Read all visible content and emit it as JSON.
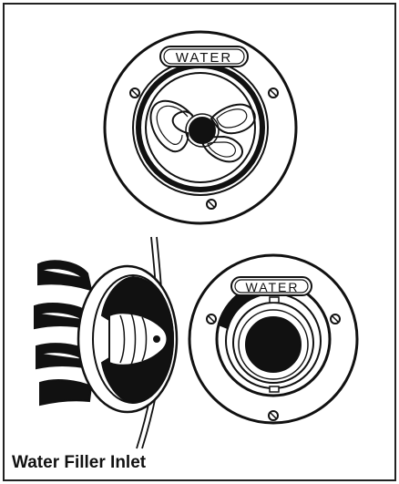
{
  "caption": "Water Filler Inlet",
  "top_illustration": {
    "plate_label": "WATER"
  },
  "bottom_right_illustration": {
    "plate_label": "WATER"
  },
  "colors": {
    "line": "#111111",
    "background": "#ffffff",
    "border": "#222222"
  }
}
